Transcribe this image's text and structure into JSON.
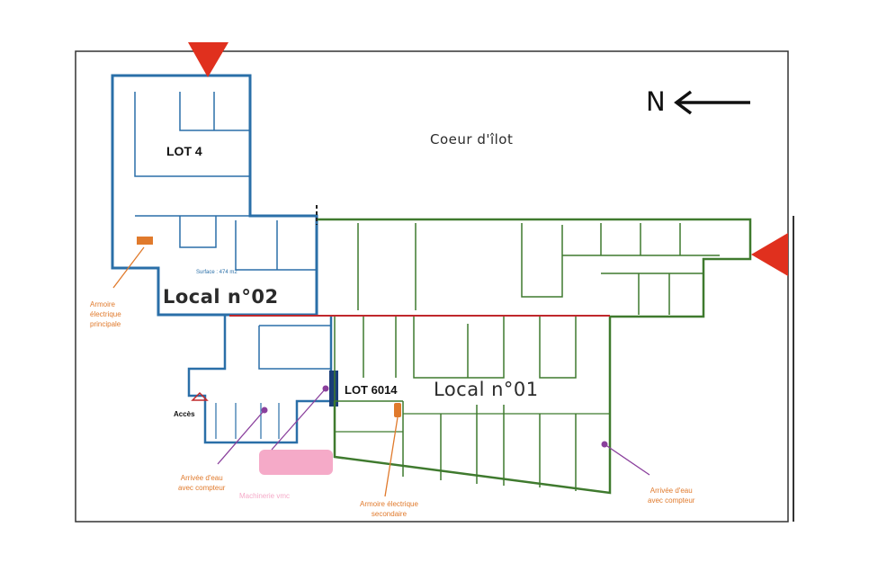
{
  "title_area": "Coeur d'îlot",
  "north_label": "N",
  "lots": {
    "lot4": "LOT 4",
    "lot6014": "LOT 6014",
    "local02": "Local n°02",
    "local01": "Local n°01",
    "surface": "Surface : 474 m2"
  },
  "annotations": {
    "armoire_principale": [
      "Armoire",
      "électrique",
      "principale"
    ],
    "acces": "Accès",
    "eau_gauche": [
      "Arrivée d'eau",
      "avec compteur"
    ],
    "eau_droite": [
      "Arrivée d'eau",
      "avec compteur"
    ],
    "machinerie": "Machinerie vmc",
    "armoire_secondaire": [
      "Armoire électrique",
      "secondaire"
    ]
  },
  "colors": {
    "lot4_wall": "#2a6fa8",
    "local01_wall": "#3f7a2e",
    "divider_red": "#c0282c",
    "annotation": "#e07a2c",
    "water_line": "#8a3f9c",
    "vmc_pink": "#f5aac8",
    "marker_red": "#e0301e"
  }
}
